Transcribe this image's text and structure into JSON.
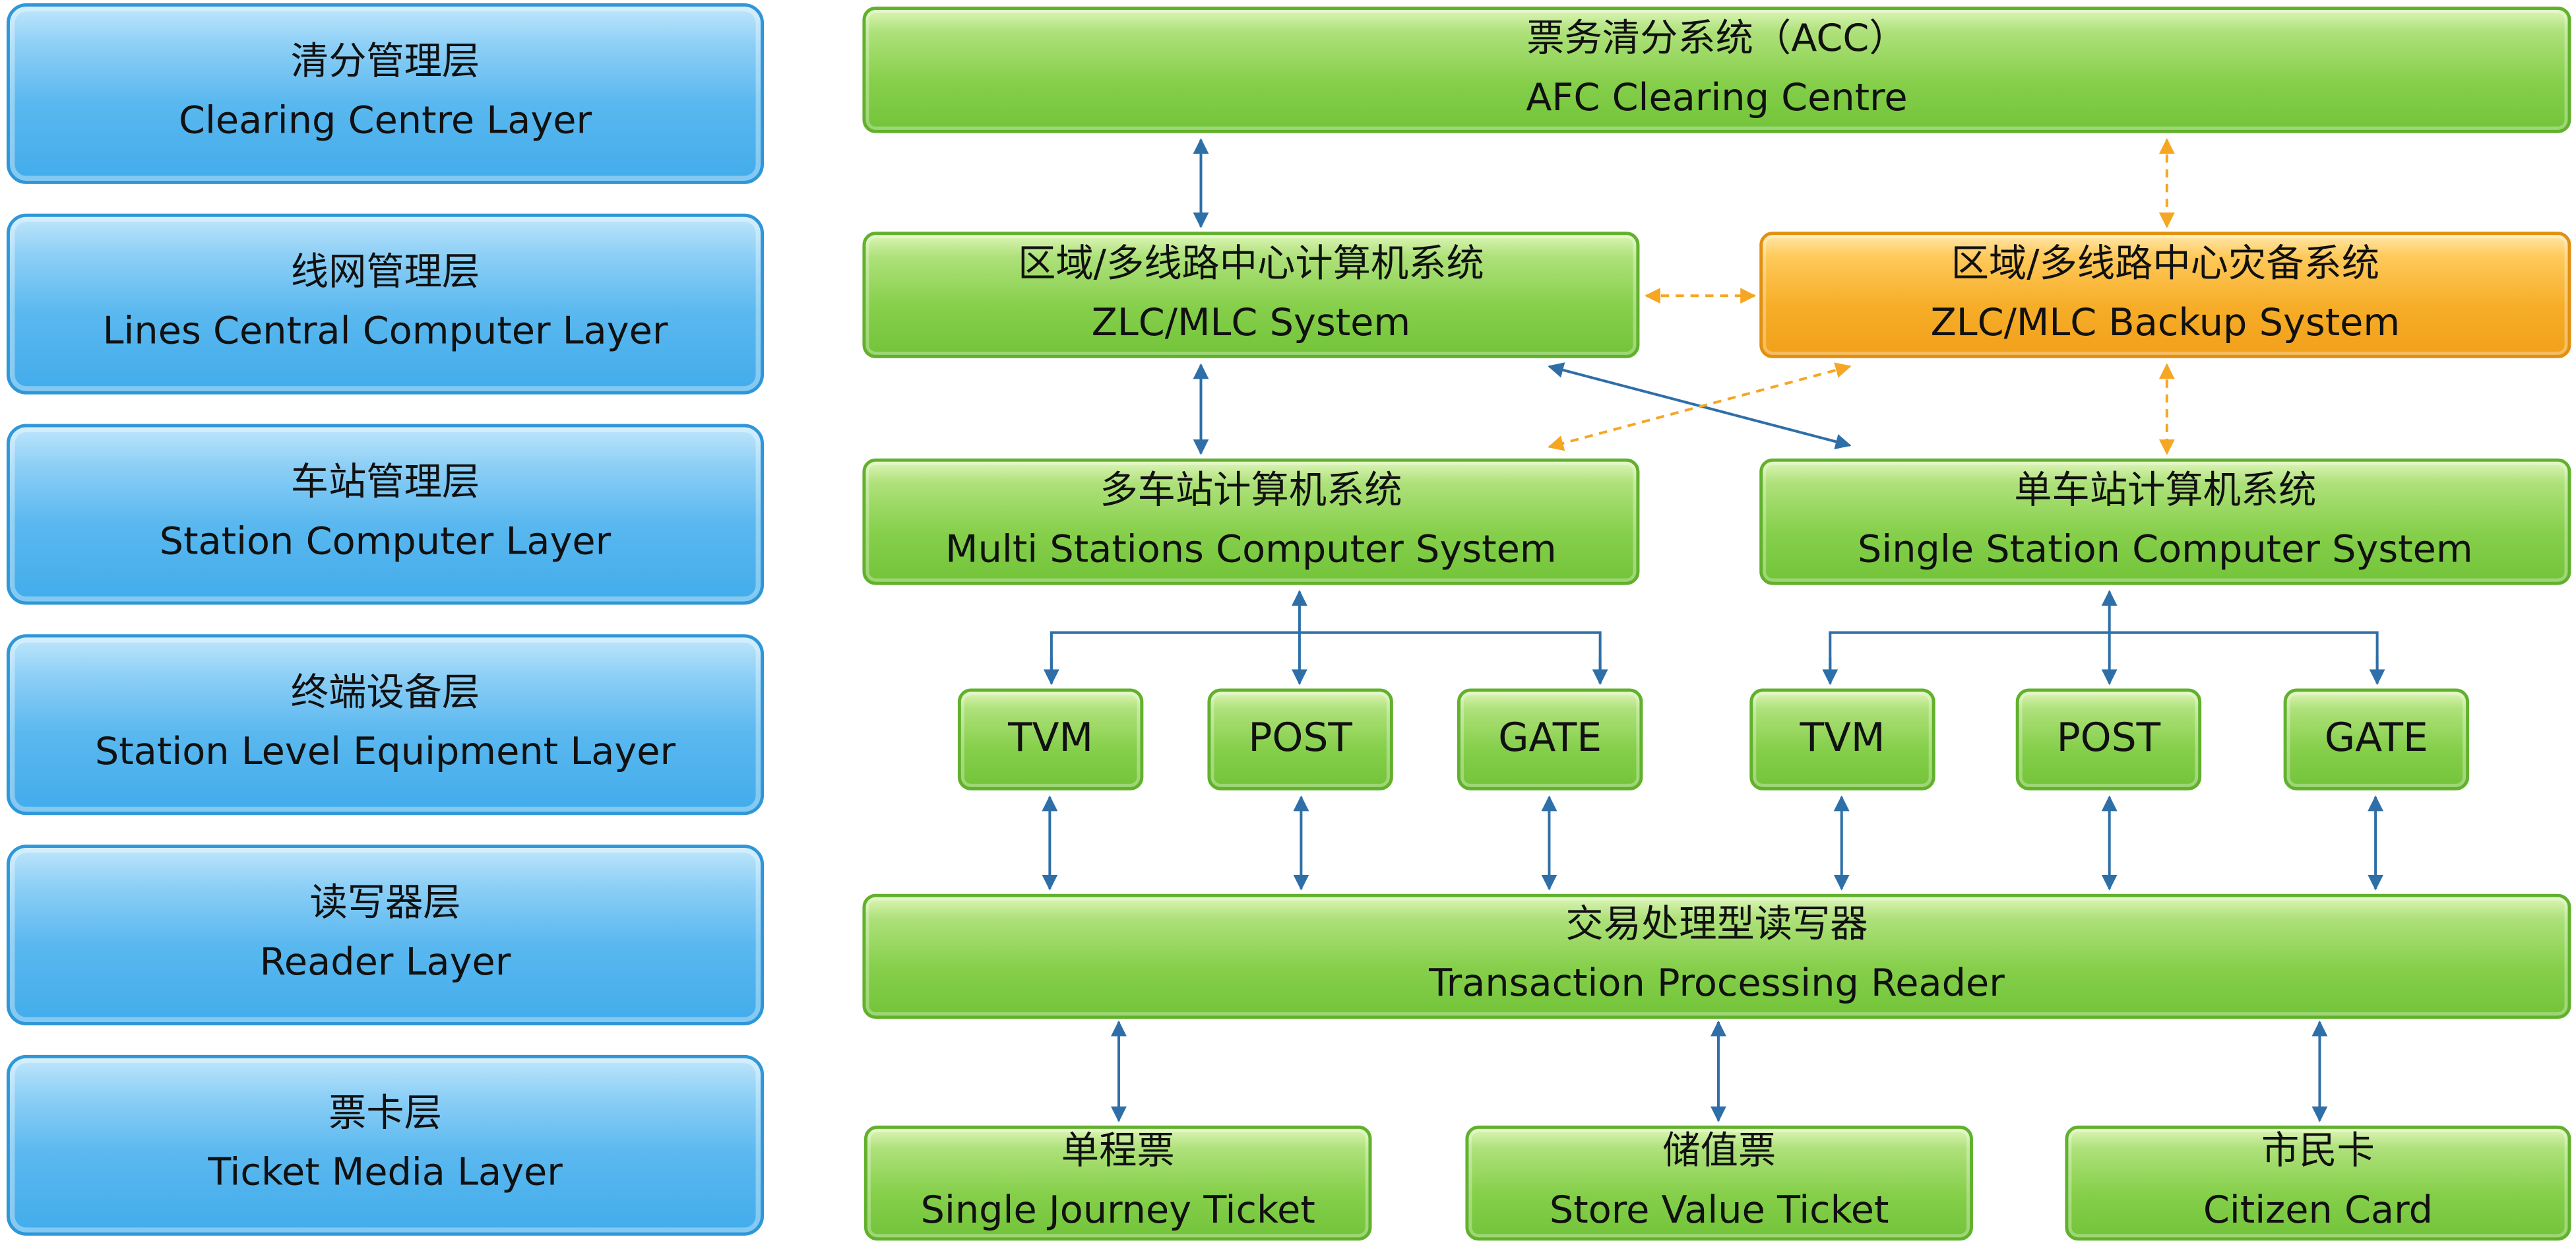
{
  "layers": [
    {
      "zh": "清分管理层",
      "en": "Clearing Centre Layer"
    },
    {
      "zh": "线网管理层",
      "en": "Lines Central Computer Layer"
    },
    {
      "zh": "车站管理层",
      "en": "Station Computer Layer"
    },
    {
      "zh": "终端设备层",
      "en": "Station Level Equipment Layer"
    },
    {
      "zh": "读写器层",
      "en": "Reader Layer"
    },
    {
      "zh": "票卡层",
      "en": "Ticket Media Layer"
    }
  ],
  "systems": {
    "acc": {
      "zh": "票务清分系统（ACC）",
      "en": "AFC Clearing Centre"
    },
    "zlc": {
      "zh": "区域/多线路中心计算机系统",
      "en": "ZLC/MLC System"
    },
    "backup": {
      "zh": "区域/多线路中心灾备系统",
      "en": "ZLC/MLC Backup System"
    },
    "multi_station": {
      "zh": "多车站计算机系统",
      "en": "Multi Stations Computer System"
    },
    "single_station": {
      "zh": "单车站计算机系统",
      "en": "Single Station Computer System"
    },
    "reader": {
      "zh": "交易处理型读写器",
      "en": "Transaction Processing Reader"
    }
  },
  "equipment_left": [
    "TVM",
    "POST",
    "GATE"
  ],
  "equipment_right": [
    "TVM",
    "POST",
    "GATE"
  ],
  "tickets": [
    {
      "zh": "单程票",
      "en": "Single Journey Ticket"
    },
    {
      "zh": "储值票",
      "en": "Store Value Ticket"
    },
    {
      "zh": "市民卡",
      "en": "Citizen Card"
    }
  ],
  "colors": {
    "layer_blue": "#42aceb",
    "system_green": "#7fcb45",
    "backup_orange": "#f5a623",
    "solid_arrow": "#2e6fa8",
    "dashed_arrow": "#f5a623"
  }
}
